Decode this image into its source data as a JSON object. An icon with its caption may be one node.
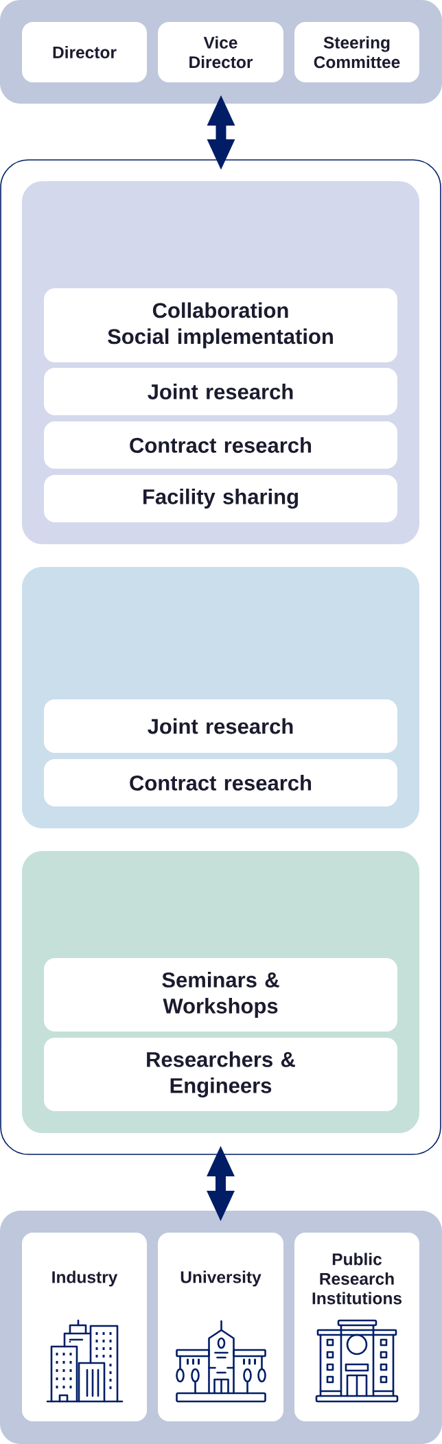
{
  "diagram": {
    "nodes": [
      {
        "text": [],
        "shape": "box"
      },
      {
        "text": [
          "Director"
        ],
        "in": 0
      },
      {
        "text": [
          "Vice Director"
        ],
        "in": 0
      },
      {
        "text": [
          "Steering Committee"
        ],
        "in": 0
      },
      {
        "text": [],
        "shape": "box"
      },
      {
        "text": [],
        "shape": "box",
        "in": 4
      },
      {
        "text": [
          "Collaboration Social implementation"
        ],
        "in": 5
      },
      {
        "text": [
          "Joint research"
        ],
        "in": 5
      },
      {
        "text": [
          "Contract research"
        ],
        "in": 5
      },
      {
        "text": [
          "Facility sharing"
        ],
        "in": 5
      },
      {
        "text": [],
        "shape": "box",
        "in": 4
      },
      {
        "text": [
          "Joint research"
        ],
        "in": 10
      },
      {
        "text": [
          "Contract research"
        ],
        "in": 10
      },
      {
        "text": [],
        "shape": "box",
        "in": 4
      },
      {
        "text": [
          "Seminars & Workshops"
        ],
        "in": 13
      },
      {
        "text": [
          "Researchers & Engineers"
        ],
        "in": 13
      },
      {
        "text": [],
        "shape": "box"
      },
      {
        "text": [
          "Industry"
        ],
        "in": 16
      },
      {
        "text": [
          "University"
        ],
        "in": 16
      },
      {
        "text": [
          "Public Research Institutions"
        ],
        "in": 16
      }
    ],
    "edges": [
      {
        "from": 0,
        "to": 4,
        "arrow": "both"
      },
      {
        "from": 4,
        "to": 16,
        "arrow": "both"
      }
    ]
  }
}
